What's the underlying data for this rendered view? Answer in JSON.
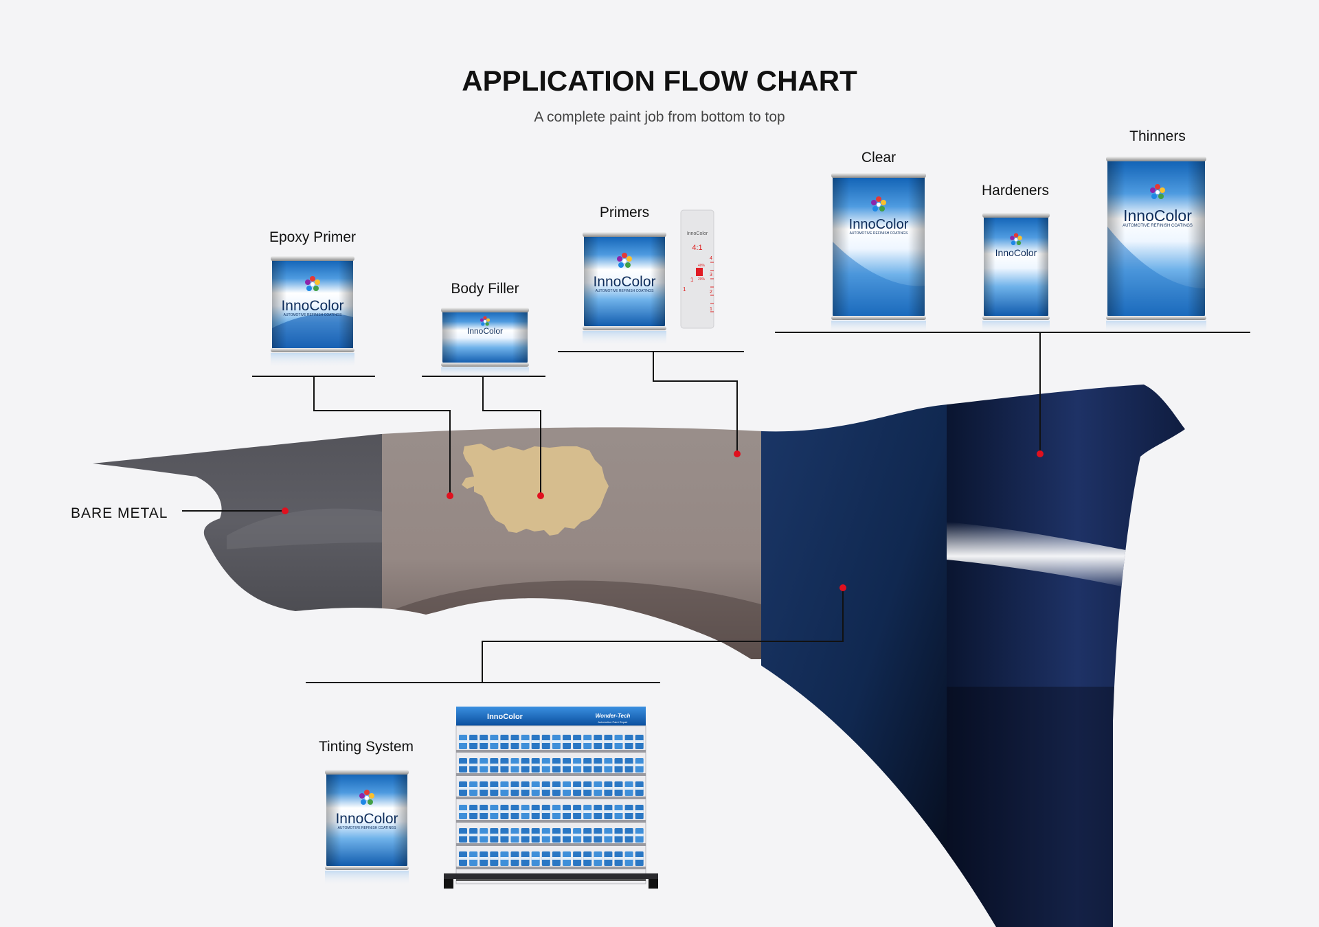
{
  "header": {
    "title": "APPLICATION FLOW CHART",
    "subtitle": "A complete paint job from bottom to top"
  },
  "stage_label": "BARE METAL",
  "products": {
    "epoxy_primer": "Epoxy Primer",
    "body_filler": "Body Filler",
    "primers": "Primers",
    "clear": "Clear",
    "hardeners": "Hardeners",
    "thinners": "Thinners",
    "tinting_system": "Tinting System"
  },
  "brand": {
    "name": "InnoColor",
    "tagline": "AUTOMOTIVE REFINISH COATINGS",
    "partner": "Wonder-Tech",
    "partner_tagline": "Automotive Paint Repair"
  },
  "mixing_ruler": {
    "ratio": "4:1",
    "marks": [
      "4",
      "3",
      "2",
      "1",
      "40%",
      "20%",
      "1",
      "1"
    ]
  },
  "colors": {
    "background": "#f4f4f6",
    "bare_metal": "#5a5a60",
    "primer_zone": "#978a86",
    "filler_patch": "#d6bd8e",
    "basecoat": "#14294f",
    "marker": "#e0101e",
    "can_blue": "#1f73c7",
    "line": "#111111"
  }
}
